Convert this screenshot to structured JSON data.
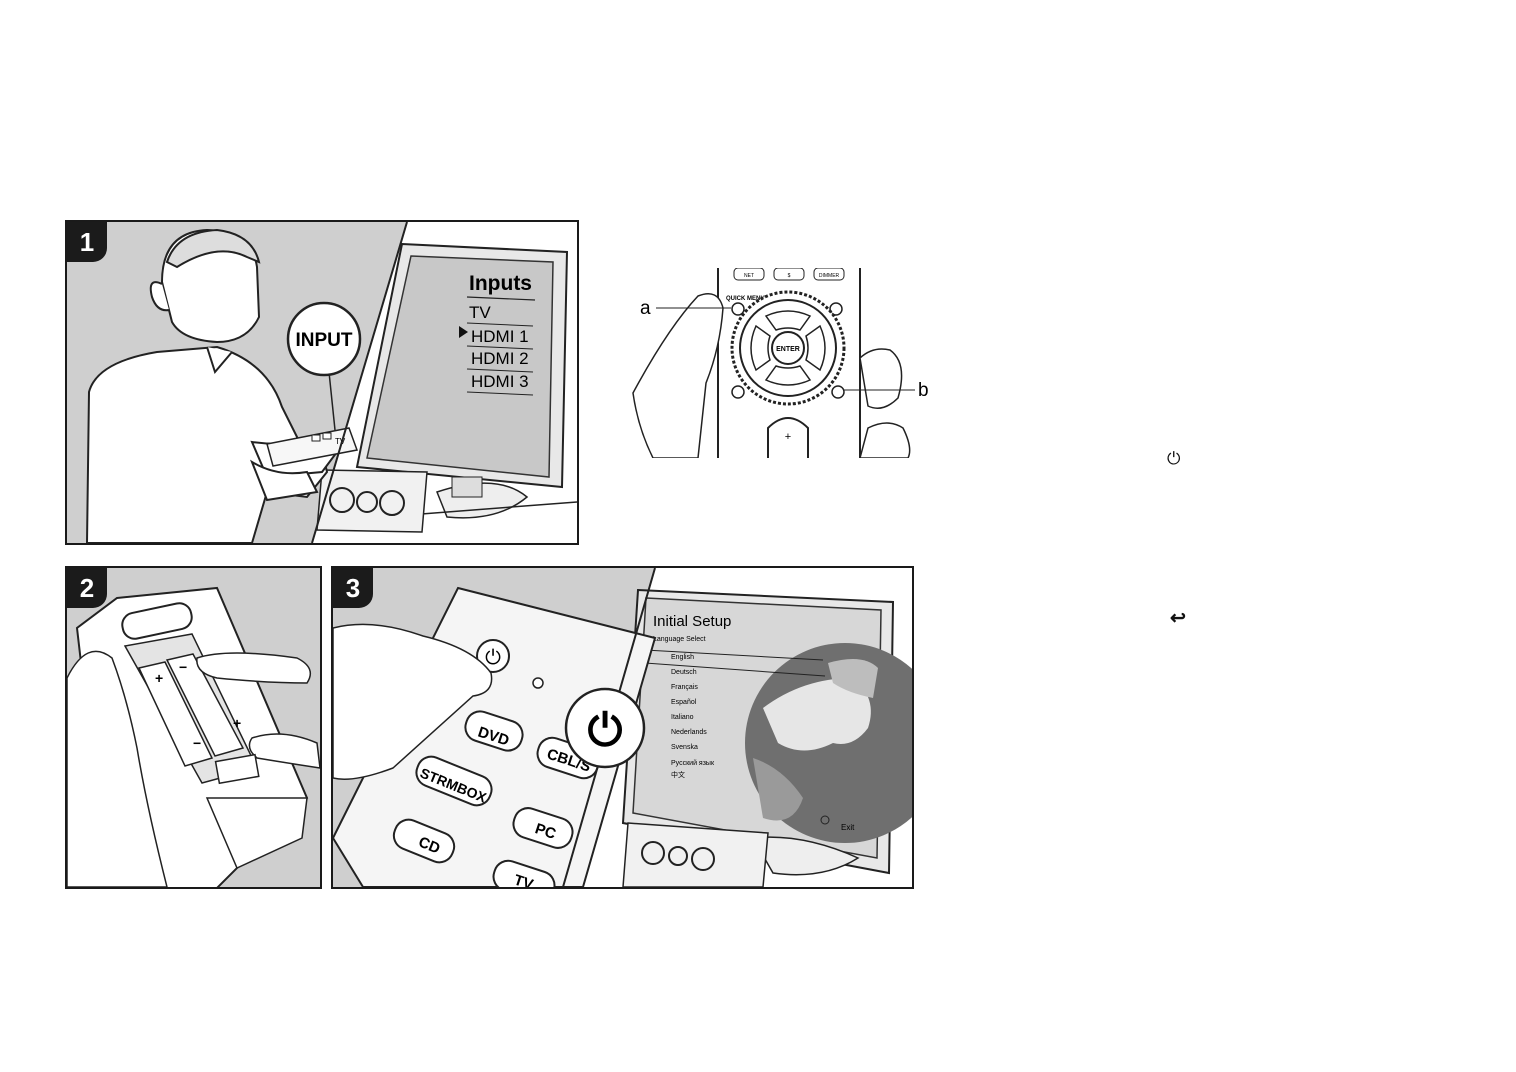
{
  "steps": [
    {
      "number": "1"
    },
    {
      "number": "2"
    },
    {
      "number": "3"
    }
  ],
  "panel1": {
    "callout": "INPUT",
    "tv_menu": {
      "title": "Inputs",
      "items": [
        "TV",
        "HDMI 1",
        "HDMI 2",
        "HDMI 3"
      ],
      "selected_index": 1
    },
    "remote_tiny_label": "TV"
  },
  "remote_detail": {
    "label_a": "a",
    "label_b": "b",
    "top_buttons": [
      "NET",
      "$",
      "DIMMER"
    ],
    "quick_menu": "QUICK MENU",
    "center_button": "ENTER",
    "plus": "+"
  },
  "panel3": {
    "remote_buttons": [
      "DVD",
      "CBL/S",
      "STRMBOX",
      "PC",
      "CD",
      "TV"
    ],
    "tv_screen": {
      "title": "Initial Setup",
      "subtitle": "Language Select",
      "languages": [
        "English",
        "Deutsch",
        "Français",
        "Español",
        "Italiano",
        "Nederlands",
        "Svenska",
        "Русский язык",
        "中文"
      ],
      "exit_label": "Exit"
    }
  },
  "side_icons": [
    {
      "name": "power-icon",
      "glyph": "⏻"
    },
    {
      "name": "return-icon",
      "glyph": "↩"
    }
  ]
}
